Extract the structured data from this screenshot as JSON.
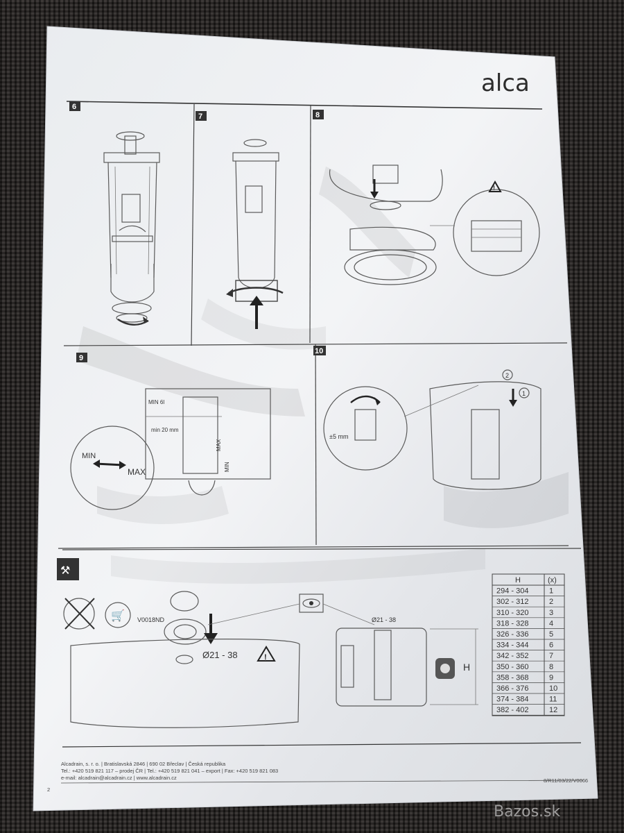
{
  "brand": {
    "logo": "alca"
  },
  "steps": [
    "6",
    "7",
    "8",
    "9",
    "10"
  ],
  "step9": {
    "min_label": "MIN",
    "max_label": "MAX",
    "min_value": "MIN 6l",
    "min_gap": "min 20 mm",
    "axis_max": "MAX",
    "axis_min": "MIN"
  },
  "step10": {
    "tolerance": "±5 mm",
    "num1": "1",
    "num2": "2"
  },
  "section_bottom": {
    "part_code": "V0018ND",
    "diameter_left": "Ø21 - 38",
    "diameter_right": "Ø21 - 38",
    "height_label": "H",
    "table": {
      "headers": [
        "H",
        "(x)"
      ],
      "rows": [
        [
          "294 - 304",
          "1"
        ],
        [
          "302 - 312",
          "2"
        ],
        [
          "310 - 320",
          "3"
        ],
        [
          "318 - 328",
          "4"
        ],
        [
          "326 - 336",
          "5"
        ],
        [
          "334 - 344",
          "6"
        ],
        [
          "342 - 352",
          "7"
        ],
        [
          "350 - 360",
          "8"
        ],
        [
          "358 - 368",
          "9"
        ],
        [
          "366 - 376",
          "10"
        ],
        [
          "374 - 384",
          "11"
        ],
        [
          "382 - 402",
          "12"
        ]
      ]
    }
  },
  "footer": {
    "line1": "Alcadrain, s. r. o.  |  Bratislavská 2846  |  690 02 Břeclav  |  Česká republika",
    "line2": "Tel.: +420 519 821 117 – prodej ČR  |  Tel.: +420 519 821 041 – export  |  Fax: +420 519 821 083",
    "line3": "e-mail: alcadrain@alcadrain.cz  |  www.alcadrain.cz",
    "page_num": "2",
    "doc_code": "8/R11/03/22/V0066"
  },
  "watermark": "Bazos.sk",
  "colors": {
    "paper": "#eef0f3",
    "carpet": "#2e2a28",
    "ink": "#444444"
  }
}
